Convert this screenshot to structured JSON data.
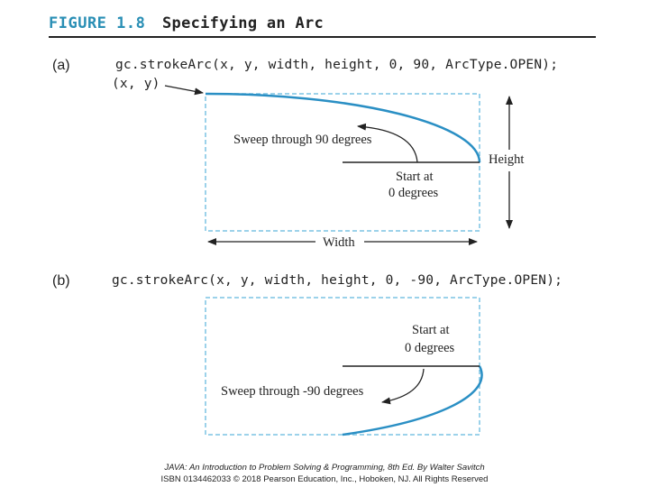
{
  "figure": {
    "label": "FIGURE 1.8",
    "title": "Specifying an Arc"
  },
  "part_a": {
    "label": "(a)",
    "code": "gc.strokeArc(x, y, width, height, 0, 90, ArcType.OPEN);",
    "origin_label": "(x, y)",
    "sweep_label": "Sweep through 90 degrees",
    "start_line1": "Start at",
    "start_line2": "0 degrees",
    "height_label": "Height",
    "width_label": "Width"
  },
  "part_b": {
    "label": "(b)",
    "code": "gc.strokeArc(x, y, width, height, 0, -90, ArcType.OPEN);",
    "start_line1": "Start at",
    "start_line2": "0 degrees",
    "sweep_label": "Sweep through -90 degrees"
  },
  "footer": {
    "line1": "JAVA: An Introduction to Problem Solving & Programming, 8th Ed. By Walter Savitch",
    "line2": "ISBN 0134462033 © 2018 Pearson Education, Inc., Hoboken, NJ. All Rights Reserved"
  },
  "colors": {
    "arc": "#2a8fc4",
    "box_dash": "#7cc4e4",
    "accent": "#2a8fb5",
    "ink": "#222222"
  }
}
